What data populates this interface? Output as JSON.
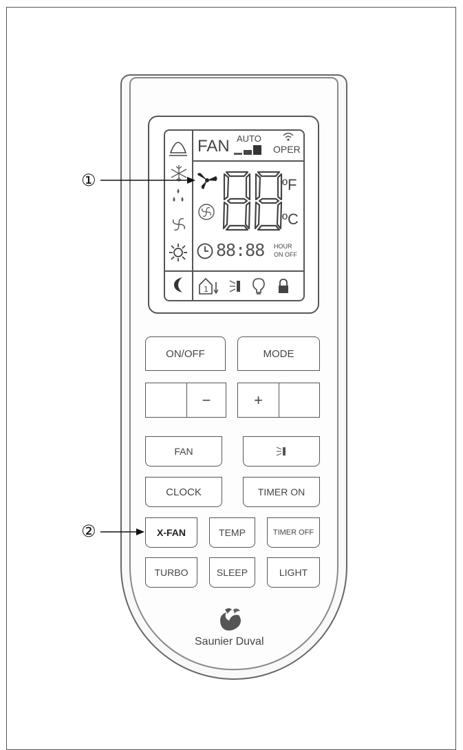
{
  "display": {
    "fan_label": "FAN",
    "auto_label": "AUTO",
    "oper_label": "OPER",
    "big_digits": "88",
    "unit_f": "ºF",
    "unit_c": "ºC",
    "time_digits": "88:88",
    "hour_label": "HOUR",
    "on_off_label": "ON OFF"
  },
  "buttons": {
    "on_off": "ON/OFF",
    "mode": "MODE",
    "minus": "−",
    "plus": "+",
    "fan": "FAN",
    "clock": "CLOCK",
    "timer_on": "TIMER ON",
    "x_fan": "X-FAN",
    "temp": "TEMP",
    "timer_off": "TIMER OFF",
    "turbo": "TURBO",
    "sleep": "SLEEP",
    "light": "LIGHT"
  },
  "brand": {
    "name": "Saunier Duval"
  },
  "callouts": {
    "one": "①",
    "two": "②"
  }
}
